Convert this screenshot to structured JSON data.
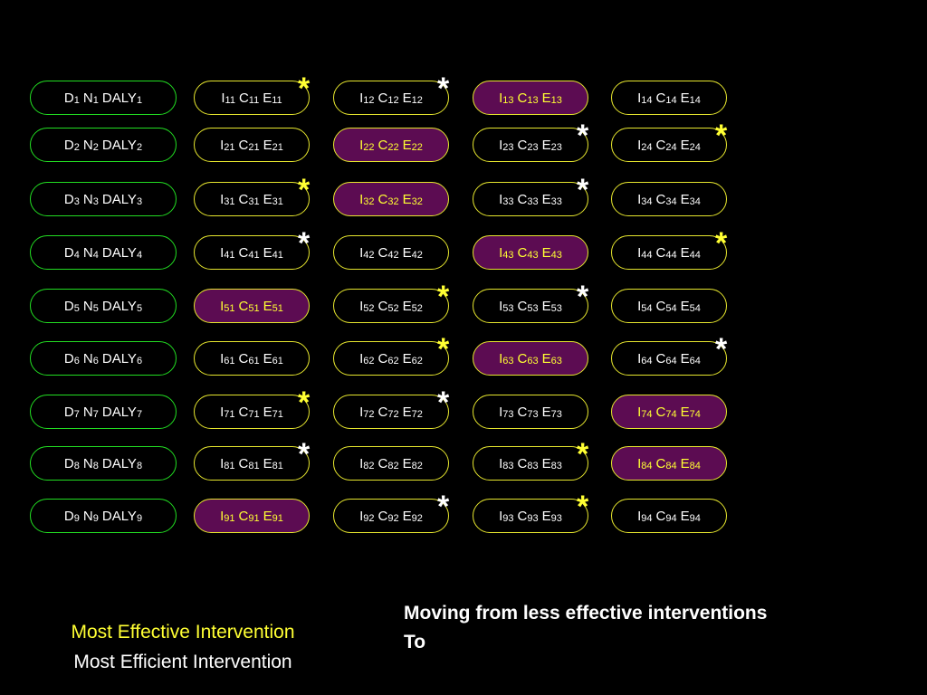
{
  "colors": {
    "background": "#000000",
    "d_border": "#22dd22",
    "i_border": "#e6e62e",
    "highlight_fill": "#5c0c52",
    "highlight_text": "#ffff33",
    "star_yellow": "#ffff33",
    "star_white": "#ffffff"
  },
  "rows": [
    {
      "d": [
        "D",
        "1",
        "N",
        "1",
        "DALY",
        "1"
      ],
      "cells": [
        {
          "text": [
            "I",
            "11",
            "C",
            "11",
            "E",
            "11"
          ],
          "hl": false,
          "star": "yellow"
        },
        {
          "text": [
            "I",
            "12",
            "C",
            "12",
            "E",
            "12"
          ],
          "hl": false,
          "star": "white"
        },
        {
          "text": [
            "I",
            "13",
            "C",
            "13",
            "E",
            "13"
          ],
          "hl": true,
          "star": null
        },
        {
          "text": [
            "I",
            "14",
            "C",
            "14",
            "E",
            "14"
          ],
          "hl": false,
          "star": null
        }
      ]
    },
    {
      "d": [
        "D",
        "2",
        "N",
        "2",
        "DALY",
        "2"
      ],
      "cells": [
        {
          "text": [
            "I",
            "21",
            "C",
            "21",
            "E",
            "21"
          ],
          "hl": false,
          "star": null
        },
        {
          "text": [
            "I",
            "22",
            "C",
            "22",
            "E",
            "22"
          ],
          "hl": true,
          "star": null
        },
        {
          "text": [
            "I",
            "23",
            "C",
            "23",
            "E",
            "23"
          ],
          "hl": false,
          "star": "white"
        },
        {
          "text": [
            "I",
            "24",
            "C",
            "24",
            "E",
            "24"
          ],
          "hl": false,
          "star": "yellow"
        }
      ]
    },
    {
      "d": [
        "D",
        "3",
        "N",
        "3",
        "DALY",
        "3"
      ],
      "cells": [
        {
          "text": [
            "I",
            "31",
            "C",
            "31",
            "E",
            "31"
          ],
          "hl": false,
          "star": "yellow"
        },
        {
          "text": [
            "I",
            "32",
            "C",
            "32",
            "E",
            "32"
          ],
          "hl": true,
          "star": null
        },
        {
          "text": [
            "I",
            "33",
            "C",
            "33",
            "E",
            "33"
          ],
          "hl": false,
          "star": "white"
        },
        {
          "text": [
            "I",
            "34",
            "C",
            "34",
            "E",
            "34"
          ],
          "hl": false,
          "star": null
        }
      ]
    },
    {
      "d": [
        "D",
        "4",
        "N",
        "4",
        "DALY",
        "4"
      ],
      "cells": [
        {
          "text": [
            "I",
            "41",
            "C",
            "41",
            "E",
            "41"
          ],
          "hl": false,
          "star": "white"
        },
        {
          "text": [
            "I",
            "42",
            "C",
            "42",
            "E",
            "42"
          ],
          "hl": false,
          "star": null
        },
        {
          "text": [
            "I",
            "43",
            "C",
            "43",
            "E",
            "43"
          ],
          "hl": true,
          "star": null
        },
        {
          "text": [
            "I",
            "44",
            "C",
            "44",
            "E",
            "44"
          ],
          "hl": false,
          "star": "yellow"
        }
      ]
    },
    {
      "d": [
        "D",
        "5",
        "N",
        "5",
        "DALY",
        "5"
      ],
      "cells": [
        {
          "text": [
            "I",
            "51",
            "C",
            "51",
            "E",
            "51"
          ],
          "hl": true,
          "star": null
        },
        {
          "text": [
            "I",
            "52",
            "C",
            "52",
            "E",
            "52"
          ],
          "hl": false,
          "star": "yellow"
        },
        {
          "text": [
            "I",
            "53",
            "C",
            "53",
            "E",
            "53"
          ],
          "hl": false,
          "star": "white"
        },
        {
          "text": [
            "I",
            "54",
            "C",
            "54",
            "E",
            "54"
          ],
          "hl": false,
          "star": null
        }
      ]
    },
    {
      "d": [
        "D",
        "6",
        "N",
        "6",
        "DALY",
        "6"
      ],
      "cells": [
        {
          "text": [
            "I",
            "61",
            "C",
            "61",
            "E",
            "61"
          ],
          "hl": false,
          "star": null
        },
        {
          "text": [
            "I",
            "62",
            "C",
            "62",
            "E",
            "62"
          ],
          "hl": false,
          "star": "yellow"
        },
        {
          "text": [
            "I",
            "63",
            "C",
            "63",
            "E",
            "63"
          ],
          "hl": true,
          "star": null
        },
        {
          "text": [
            "I",
            "64",
            "C",
            "64",
            "E",
            "64"
          ],
          "hl": false,
          "star": "white"
        }
      ]
    },
    {
      "d": [
        "D",
        "7",
        "N",
        "7",
        "DALY",
        "7"
      ],
      "cells": [
        {
          "text": [
            "I",
            "71",
            "C",
            "71",
            "E",
            "71"
          ],
          "hl": false,
          "star": "yellow"
        },
        {
          "text": [
            "I",
            "72",
            "C",
            "72",
            "E",
            "72"
          ],
          "hl": false,
          "star": "white"
        },
        {
          "text": [
            "I",
            "73",
            "C",
            "73",
            "E",
            "73"
          ],
          "hl": false,
          "star": null
        },
        {
          "text": [
            "I",
            "74",
            "C",
            "74",
            "E",
            "74"
          ],
          "hl": true,
          "star": null
        }
      ]
    },
    {
      "d": [
        "D",
        "8",
        "N",
        "8",
        "DALY",
        "8"
      ],
      "cells": [
        {
          "text": [
            "I",
            "81",
            "C",
            "81",
            "E",
            "81"
          ],
          "hl": false,
          "star": "white"
        },
        {
          "text": [
            "I",
            "82",
            "C",
            "82",
            "E",
            "82"
          ],
          "hl": false,
          "star": null
        },
        {
          "text": [
            "I",
            "83",
            "C",
            "83",
            "E",
            "83"
          ],
          "hl": false,
          "star": "yellow"
        },
        {
          "text": [
            "I",
            "84",
            "C",
            "84",
            "E",
            "84"
          ],
          "hl": true,
          "star": null
        }
      ]
    },
    {
      "d": [
        "D",
        "9",
        "N",
        "9",
        "DALY",
        "9"
      ],
      "cells": [
        {
          "text": [
            "I",
            "91",
            "C",
            "91",
            "E",
            "91"
          ],
          "hl": true,
          "star": null
        },
        {
          "text": [
            "I",
            "92",
            "C",
            "92",
            "E",
            "92"
          ],
          "hl": false,
          "star": "white"
        },
        {
          "text": [
            "I",
            "93",
            "C",
            "93",
            "E",
            "93"
          ],
          "hl": false,
          "star": "yellow"
        },
        {
          "text": [
            "I",
            "94",
            "C",
            "94",
            "E",
            "94"
          ],
          "hl": false,
          "star": null
        }
      ]
    }
  ],
  "star_symbol": "*",
  "captions": {
    "effective": "Most Effective Intervention",
    "efficient": "Most Efficient Intervention",
    "moving_line1": "Moving from less effective interventions",
    "moving_line2": "To"
  }
}
